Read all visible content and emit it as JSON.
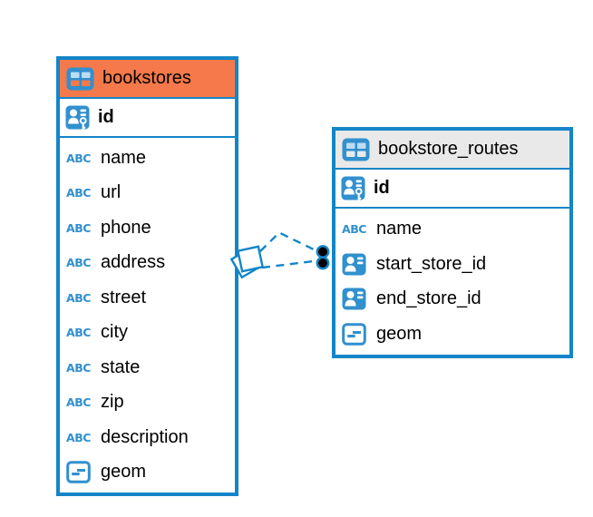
{
  "diagram": {
    "background_color": "#ffffff",
    "accent_blue": "#1485c8",
    "tables": [
      {
        "name": "bookstores",
        "header_color": "#f5794a",
        "primary_key": {
          "name": "id",
          "type": "primary-key"
        },
        "columns": [
          {
            "name": "name",
            "type": "text"
          },
          {
            "name": "url",
            "type": "text"
          },
          {
            "name": "phone",
            "type": "text"
          },
          {
            "name": "address",
            "type": "text"
          },
          {
            "name": "street",
            "type": "text"
          },
          {
            "name": "city",
            "type": "text"
          },
          {
            "name": "state",
            "type": "text"
          },
          {
            "name": "zip",
            "type": "text"
          },
          {
            "name": "description",
            "type": "text"
          },
          {
            "name": "geom",
            "type": "geometry"
          }
        ]
      },
      {
        "name": "bookstore_routes",
        "header_color": "#e9e9e9",
        "primary_key": {
          "name": "id",
          "type": "primary-key"
        },
        "columns": [
          {
            "name": "name",
            "type": "text"
          },
          {
            "name": "start_store_id",
            "type": "reference"
          },
          {
            "name": "end_store_id",
            "type": "reference"
          },
          {
            "name": "geom",
            "type": "geometry"
          }
        ]
      }
    ],
    "relationships": {
      "from_table": "bookstores",
      "to_table": "bookstore_routes",
      "line_style": "dashed",
      "line_count": 2,
      "line_color": "#1485c8"
    },
    "icons": {
      "text_type_label": "ABC"
    }
  }
}
